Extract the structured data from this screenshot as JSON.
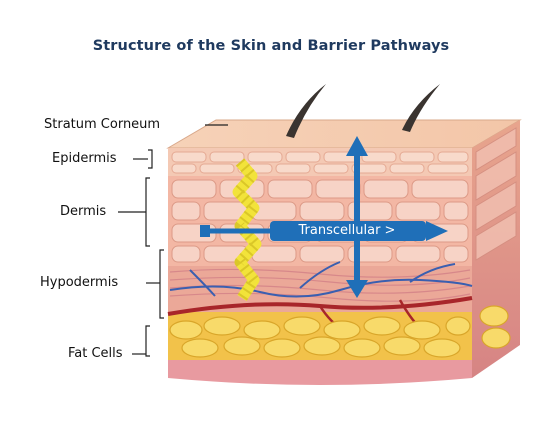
{
  "title": "Structure of the Skin and Barrier Pathways",
  "labels": {
    "stratum_corneum": "Stratum Corneum",
    "epidermis": "Epidermis",
    "dermis": "Dermis",
    "hypodermis": "Hypodermis",
    "fat_cells": "Fat Cells"
  },
  "pathway_label": "Transcellular >",
  "colors": {
    "title": "#1f3a5f",
    "arrow": "#1f6fb8",
    "intercellular_path": "#f2e33a",
    "blood_vessel": "#a8262a",
    "vein": "#3a5fb0",
    "fat": "#f5cf4a"
  }
}
